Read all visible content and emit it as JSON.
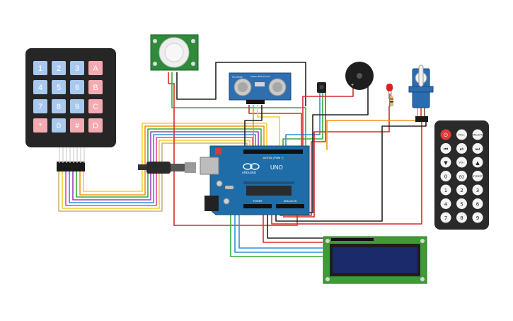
{
  "keypad": {
    "keys": [
      [
        "1",
        "2",
        "3",
        "A"
      ],
      [
        "4",
        "5",
        "6",
        "B"
      ],
      [
        "7",
        "8",
        "9",
        "C"
      ],
      [
        "*",
        "0",
        "#",
        "D"
      ]
    ]
  },
  "arduino": {
    "model": "UNO",
    "brand": "ARDUINO",
    "header_digital": "DIGITAL (PWM ~)",
    "header_power": "POWER",
    "header_analog": "ANALOG IN"
  },
  "ultrasonic": {
    "top_text": "www.robot-ai.com",
    "left_label": "HC-SR04"
  },
  "remote": {
    "buttons": [
      [
        "⏻",
        "VOL+",
        "FUNC/STOP"
      ],
      [
        "⏮",
        "⏯",
        "⏭"
      ],
      [
        "▼",
        "VOL-",
        "▲"
      ],
      [
        "0",
        "EQ",
        "ST/REPT"
      ],
      [
        "1",
        "2",
        "3"
      ],
      [
        "4",
        "5",
        "6"
      ],
      [
        "7",
        "8",
        "9"
      ]
    ]
  },
  "colors": {
    "wire_red": "#d62b2b",
    "wire_black": "#222222",
    "wire_green": "#3aaa35",
    "wire_blue": "#2f8fd8",
    "wire_orange": "#f0921e",
    "wire_yellow": "#f2d12a",
    "wire_purple": "#9b3fc4",
    "wire_pink": "#e0479e",
    "board_blue": "#1f6da8",
    "lcd_green": "#3d9c35",
    "lcd_screen": "#1b2a6b"
  }
}
